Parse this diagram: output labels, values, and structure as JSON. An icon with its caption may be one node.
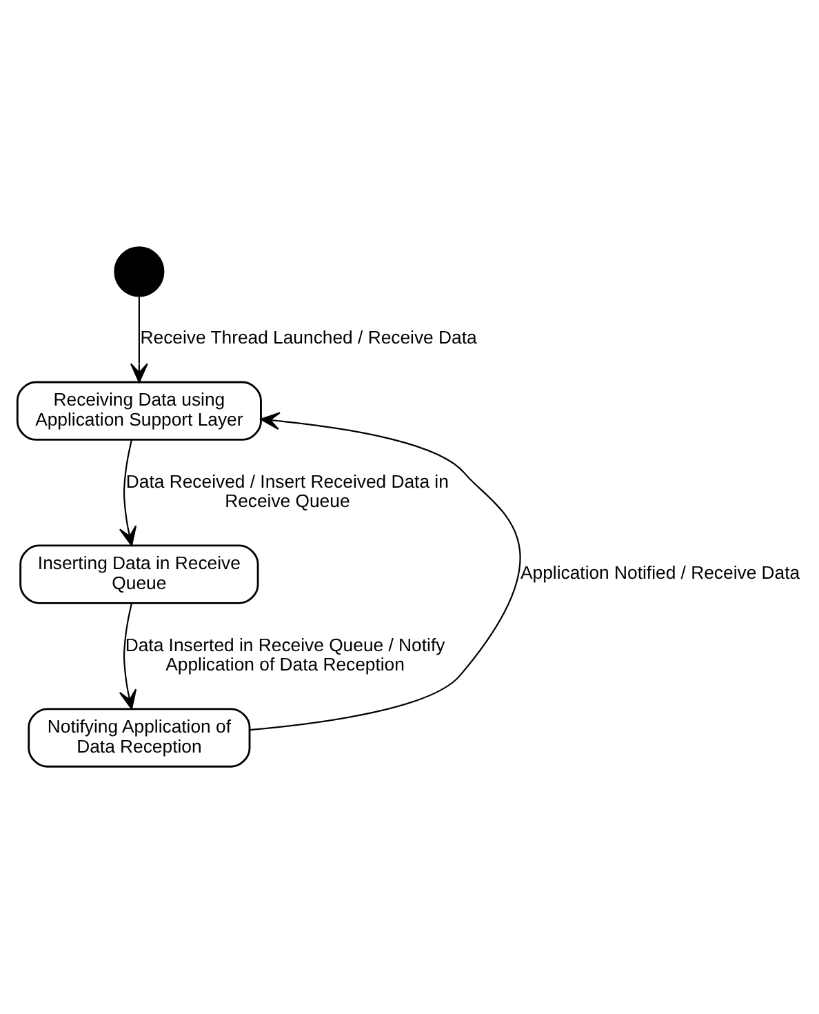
{
  "diagram": {
    "nodes": [
      {
        "text": [],
        "shape": "circle"
      },
      {
        "text": [
          "Receiving Data using Application Support Layer"
        ]
      },
      {
        "text": [
          "Inserting Data in Receive Queue"
        ]
      },
      {
        "text": [
          "Notifying Application of Data Reception"
        ]
      }
    ],
    "edges": [
      {
        "from": 0,
        "to": 1,
        "arrow": "to",
        "label": "Receive Thread Launched / Receive Data"
      },
      {
        "from": 1,
        "to": 2,
        "arrow": "to",
        "label": "Data Received / Insert Received Data in Receive Queue"
      },
      {
        "from": 2,
        "to": 3,
        "arrow": "to",
        "label": "Data Inserted in Receive Queue / Notify Application of Data Reception"
      },
      {
        "from": 3,
        "to": 1,
        "arrow": "to",
        "label": "Application Notified / Receive Data"
      }
    ]
  }
}
